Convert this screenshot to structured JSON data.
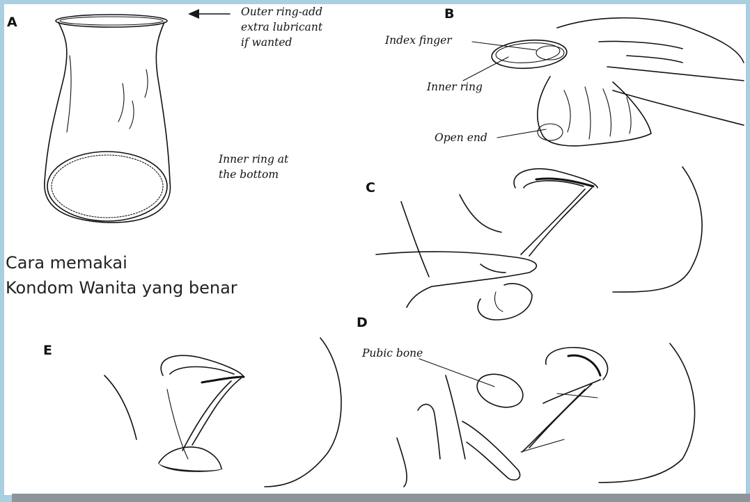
{
  "panels": {
    "a": {
      "letter": "A",
      "outer_ring_label": [
        "Outer ring-add",
        "extra lubricant",
        "if wanted"
      ],
      "inner_ring_label": [
        "Inner ring at",
        "the bottom"
      ]
    },
    "b": {
      "letter": "B",
      "index_finger_label": "Index finger",
      "inner_ring_label": "Inner ring",
      "open_end_label": "Open end"
    },
    "c": {
      "letter": "C"
    },
    "d": {
      "letter": "D",
      "pubic_bone_label": "Pubic bone"
    },
    "e": {
      "letter": "E"
    }
  },
  "caption": [
    "Cara memakai",
    "Kondom Wanita yang benar"
  ],
  "colors": {
    "frame": "#a9cfe0",
    "panel": "#ffffff",
    "bottom_bar": "#8d959b",
    "ink": "#111111"
  }
}
